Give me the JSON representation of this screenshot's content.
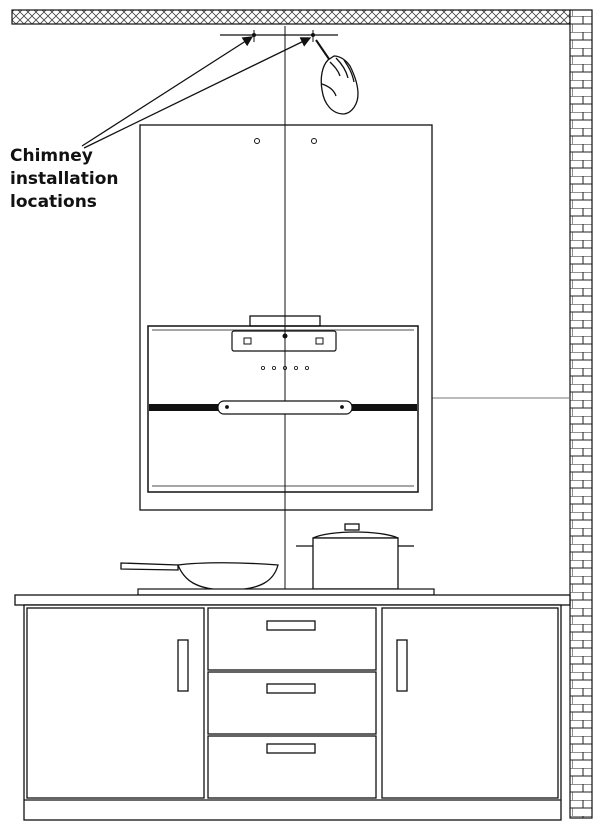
{
  "callout": {
    "lines": [
      "Chimney",
      "installation",
      "locations"
    ]
  },
  "colors": {
    "line": "#111111",
    "fill": "#ffffff",
    "grid": "#444444"
  },
  "icons": {
    "hand": "hand-holding-pencil-icon",
    "arrow": "arrow-icon"
  }
}
